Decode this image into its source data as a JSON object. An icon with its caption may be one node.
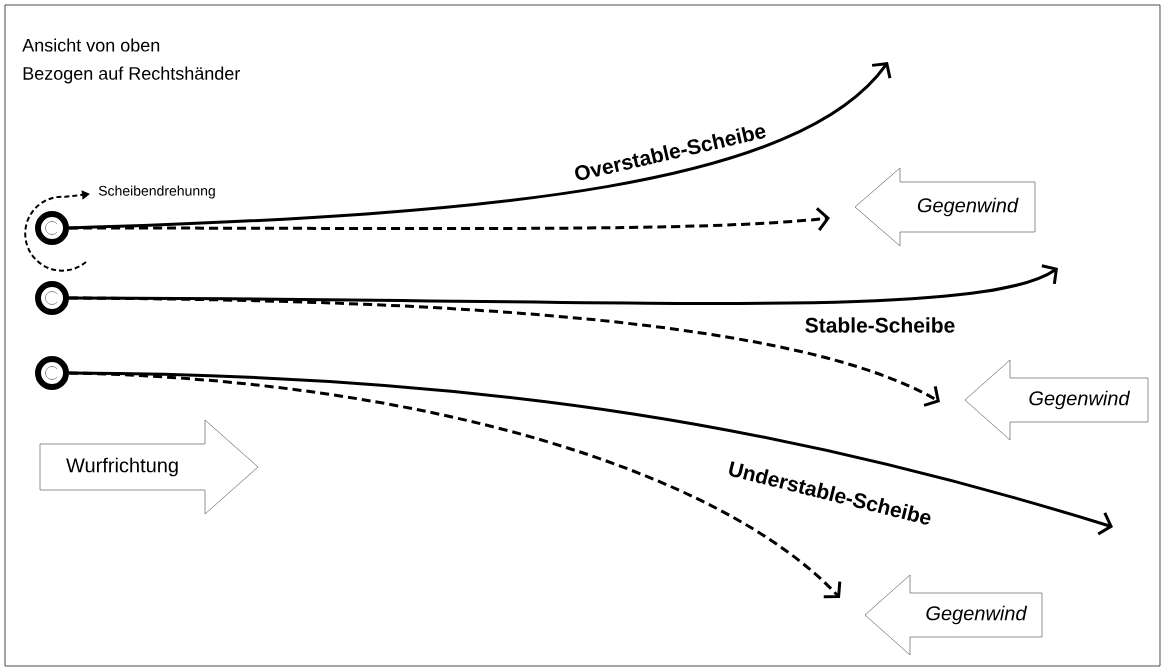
{
  "diagram": {
    "nodes": [
      {
        "text": [],
        "shape": "circle"
      },
      {
        "text": [],
        "shape": "circle"
      },
      {
        "text": [],
        "shape": "circle"
      },
      {
        "text": [
          "Wurfrichtung"
        ]
      },
      {
        "text": [
          "Gegenwind"
        ]
      },
      {
        "text": [
          "Gegenwind"
        ]
      },
      {
        "text": [
          "Gegenwind"
        ]
      }
    ],
    "edges": [
      {
        "from": 0,
        "to": null,
        "arrow": "to",
        "label": "Overstable-Scheibe"
      },
      {
        "from": 0,
        "to": null,
        "arrow": "to",
        "style": "dashed"
      },
      {
        "from": 1,
        "to": null,
        "arrow": "to",
        "label": "Stable-Scheibe"
      },
      {
        "from": 1,
        "to": null,
        "arrow": "to",
        "style": "dashed"
      },
      {
        "from": 2,
        "to": null,
        "arrow": "to",
        "label": "Understable-Scheibe"
      },
      {
        "from": 2,
        "to": null,
        "arrow": "to",
        "style": "dashed"
      }
    ],
    "labels": [
      "Ansicht von oben",
      "Bezogen auf Rechtshänder",
      "Scheibendrehunng"
    ]
  }
}
